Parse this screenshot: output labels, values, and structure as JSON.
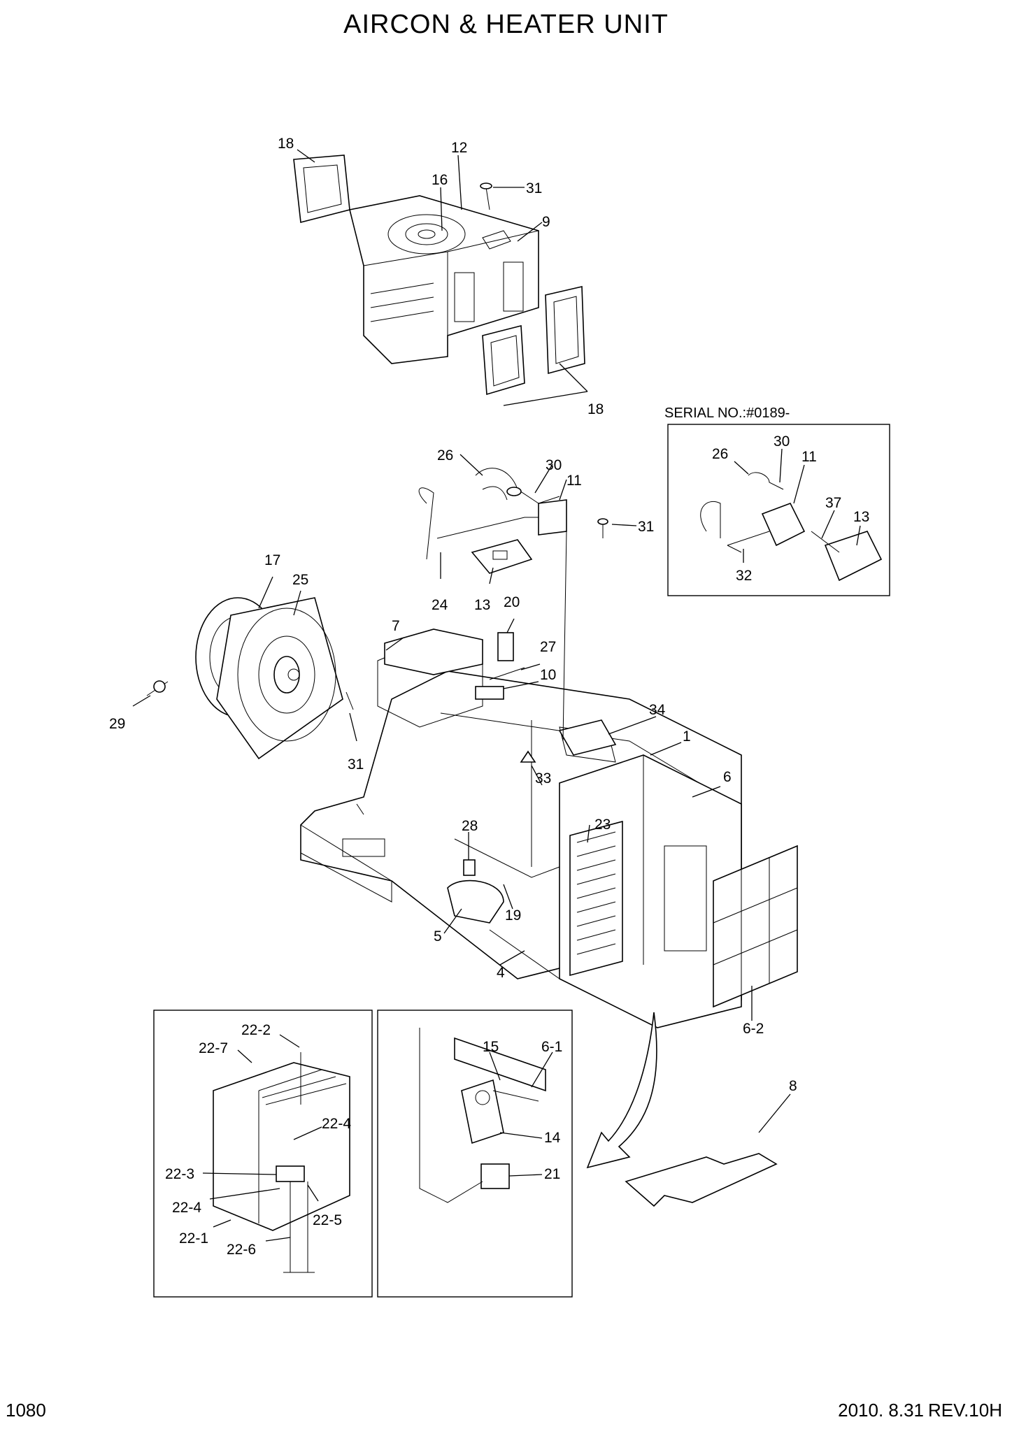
{
  "header": {
    "title": "AIRCON & HEATER UNIT"
  },
  "footer": {
    "page_number": "1080",
    "date": "2010. 8.31",
    "revision": "REV.10H"
  },
  "inset": {
    "serial_label": "SERIAL NO.:#0189-"
  },
  "part_labels": {
    "p1": "1",
    "p4": "4",
    "p5": "5",
    "p6": "6",
    "p6_1": "6-1",
    "p6_2": "6-2",
    "p7": "7",
    "p8": "8",
    "p9": "9",
    "p10": "10",
    "p11": "11",
    "p11b": "11",
    "p12": "12",
    "p13": "13",
    "p13b": "13",
    "p14": "14",
    "p15": "15",
    "p16": "16",
    "p17": "17",
    "p18a": "18",
    "p18b": "18",
    "p19": "19",
    "p20": "20",
    "p21": "21",
    "p22_1": "22-1",
    "p22_2": "22-2",
    "p22_3": "22-3",
    "p22_4a": "22-4",
    "p22_4b": "22-4",
    "p22_5": "22-5",
    "p22_6": "22-6",
    "p22_7": "22-7",
    "p23": "23",
    "p24": "24",
    "p25": "25",
    "p26": "26",
    "p26b": "26",
    "p27": "27",
    "p28": "28",
    "p29": "29",
    "p30": "30",
    "p30b": "30",
    "p31a": "31",
    "p31b": "31",
    "p31c": "31",
    "p32": "32",
    "p33": "33",
    "p34": "34",
    "p37": "37"
  }
}
